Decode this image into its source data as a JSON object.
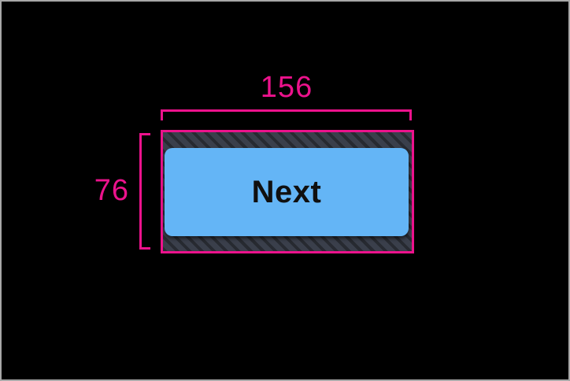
{
  "measurements": {
    "width_label": "156",
    "height_label": "76"
  },
  "button": {
    "label": "Next"
  },
  "colors": {
    "measure-pink": "#ec128c",
    "button-blue": "#64b5f6",
    "button-text": "#101010",
    "hatch-base": "#3a3f4b",
    "hatch-stripe": "#272a31",
    "background": "#000000",
    "frame-border": "#a8a8a8"
  }
}
